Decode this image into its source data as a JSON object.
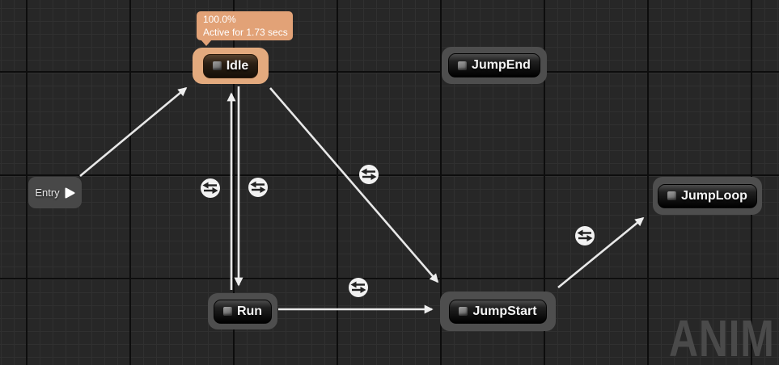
{
  "graph": {
    "watermark": "ANIM"
  },
  "tooltip": {
    "percent": "100.0%",
    "active_text": "Active for 1.73 secs"
  },
  "entry": {
    "label": "Entry"
  },
  "states": {
    "idle": {
      "label": "Idle",
      "active": true
    },
    "jumpend": {
      "label": "JumpEnd",
      "active": false
    },
    "jumploop": {
      "label": "JumpLoop",
      "active": false
    },
    "run": {
      "label": "Run",
      "active": false
    },
    "jumpstart": {
      "label": "JumpStart",
      "active": false
    }
  },
  "transitions": [
    {
      "from": "Entry",
      "to": "Idle",
      "rule_icon": false
    },
    {
      "from": "Run",
      "to": "Idle",
      "rule_icon": true
    },
    {
      "from": "Idle",
      "to": "Run",
      "rule_icon": true
    },
    {
      "from": "Idle",
      "to": "JumpStart",
      "rule_icon": true
    },
    {
      "from": "Run",
      "to": "JumpStart",
      "rule_icon": true
    },
    {
      "from": "JumpStart",
      "to": "JumpLoop",
      "rule_icon": true
    }
  ],
  "colors": {
    "background": "#272727",
    "active_accent": "#e2a277",
    "node_outer": "#4e4e4e",
    "edge": "#e8e8e8",
    "watermark": "#4a4a4a"
  }
}
